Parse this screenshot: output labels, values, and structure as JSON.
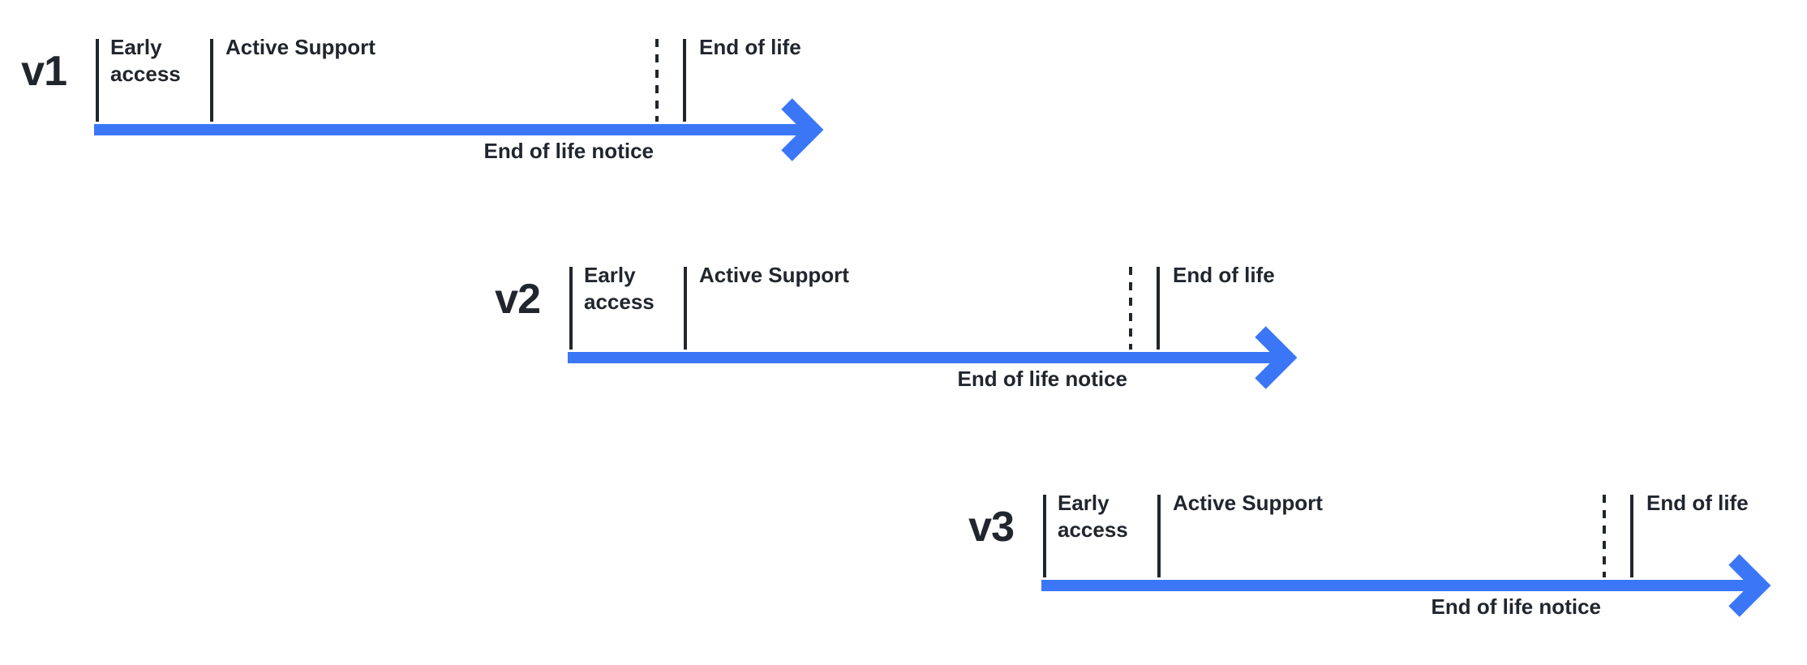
{
  "colors": {
    "arrow_blue": "#3b76f6",
    "ink": "#21262e"
  },
  "timelines": [
    {
      "version": "v1",
      "phases": {
        "early_access": "Early access",
        "active_support": "Active Support",
        "end_of_life": "End of life"
      },
      "notice": "End of life notice"
    },
    {
      "version": "v2",
      "phases": {
        "early_access": "Early access",
        "active_support": "Active Support",
        "end_of_life": "End of life"
      },
      "notice": "End of life notice"
    },
    {
      "version": "v3",
      "phases": {
        "early_access": "Early access",
        "active_support": "Active Support",
        "end_of_life": "End of life"
      },
      "notice": "End of life notice"
    }
  ]
}
